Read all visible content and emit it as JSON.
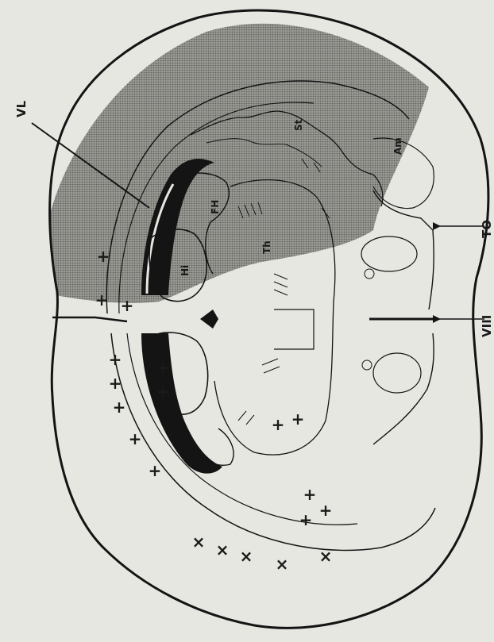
{
  "figure": {
    "background_color": "#e7e7e2",
    "ink_color": "#141414",
    "shade_color": "#7d7d7d",
    "labels": {
      "vl": "VL",
      "to": "TO",
      "v3": "VIII",
      "am": "Am",
      "st": "St",
      "fh": "FH",
      "hi": "Hi",
      "th": "Th"
    },
    "marker_symbol": "+",
    "marker_symbol_alt": "×"
  }
}
